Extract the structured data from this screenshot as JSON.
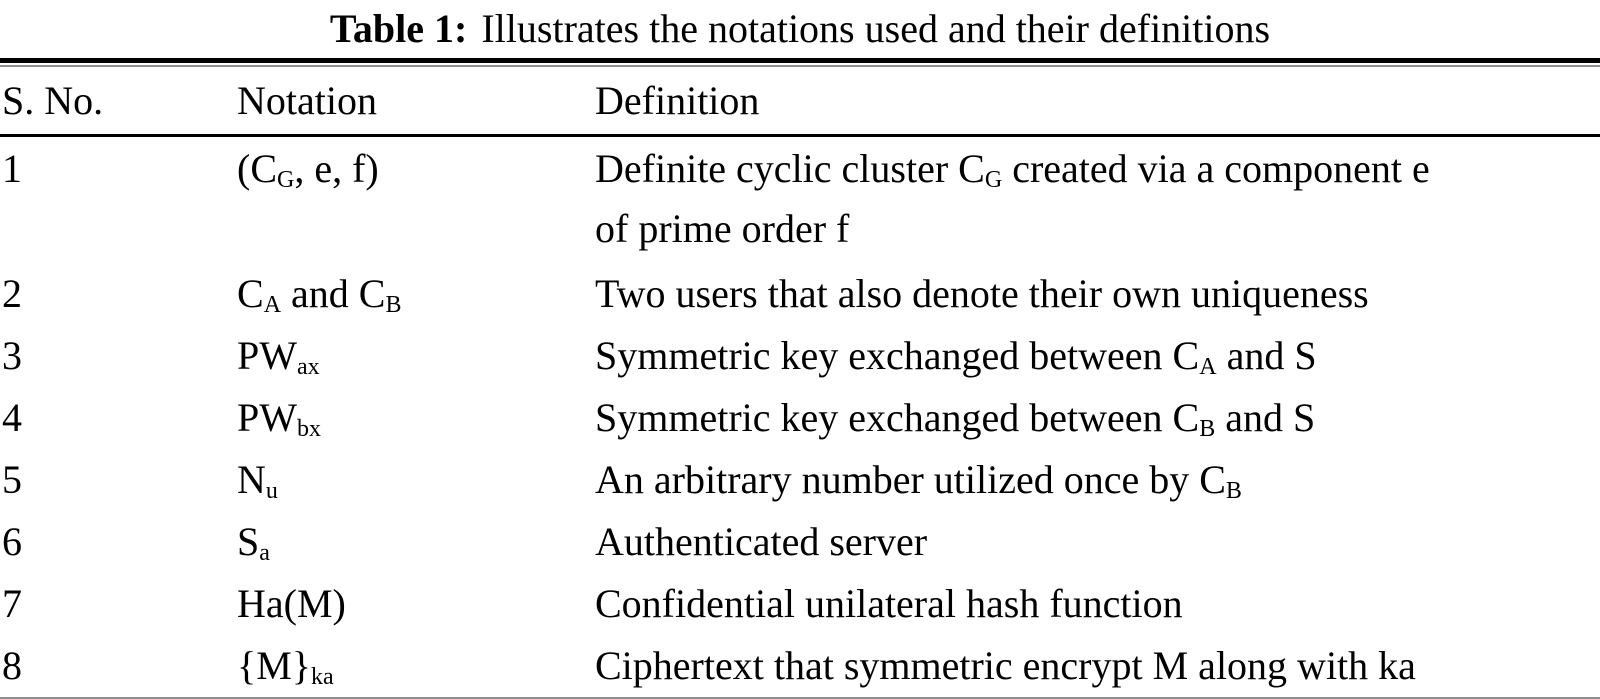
{
  "caption": {
    "label": "Table 1:",
    "text": "Illustrates the notations used and their definitions"
  },
  "columns": {
    "sno": "S. No.",
    "notation": "Notation",
    "definition": "Definition"
  },
  "rows": [
    {
      "no": "1",
      "notation": "(C_{G}, e, f)",
      "definition": "Definite cyclic cluster C_{G} created via a component e\nof prime order f"
    },
    {
      "no": "2",
      "notation": "C_{A} and C_{B}",
      "definition": "Two users that also denote their own uniqueness"
    },
    {
      "no": "3",
      "notation": "PW_{ax}",
      "definition": "Symmetric key exchanged between C_{A} and S"
    },
    {
      "no": "4",
      "notation": "PW_{bx}",
      "definition": "Symmetric key exchanged between C_{B} and S"
    },
    {
      "no": "5",
      "notation": "N_{u}",
      "definition": "An arbitrary number utilized once by C_{B}"
    },
    {
      "no": "6",
      "notation": "S_{a}",
      "definition": "Authenticated server"
    },
    {
      "no": "7",
      "notation": "Ha(M)",
      "definition": "Confidential unilateral hash function"
    },
    {
      "no": "8",
      "notation": "{M}_{ka}",
      "definition": "Ciphertext that symmetric encrypt M along with ka"
    }
  ],
  "colors": {
    "text": "#000000",
    "rule_primary": "#000000",
    "rule_secondary": "#8f8f8f",
    "background": "#ffffff"
  }
}
